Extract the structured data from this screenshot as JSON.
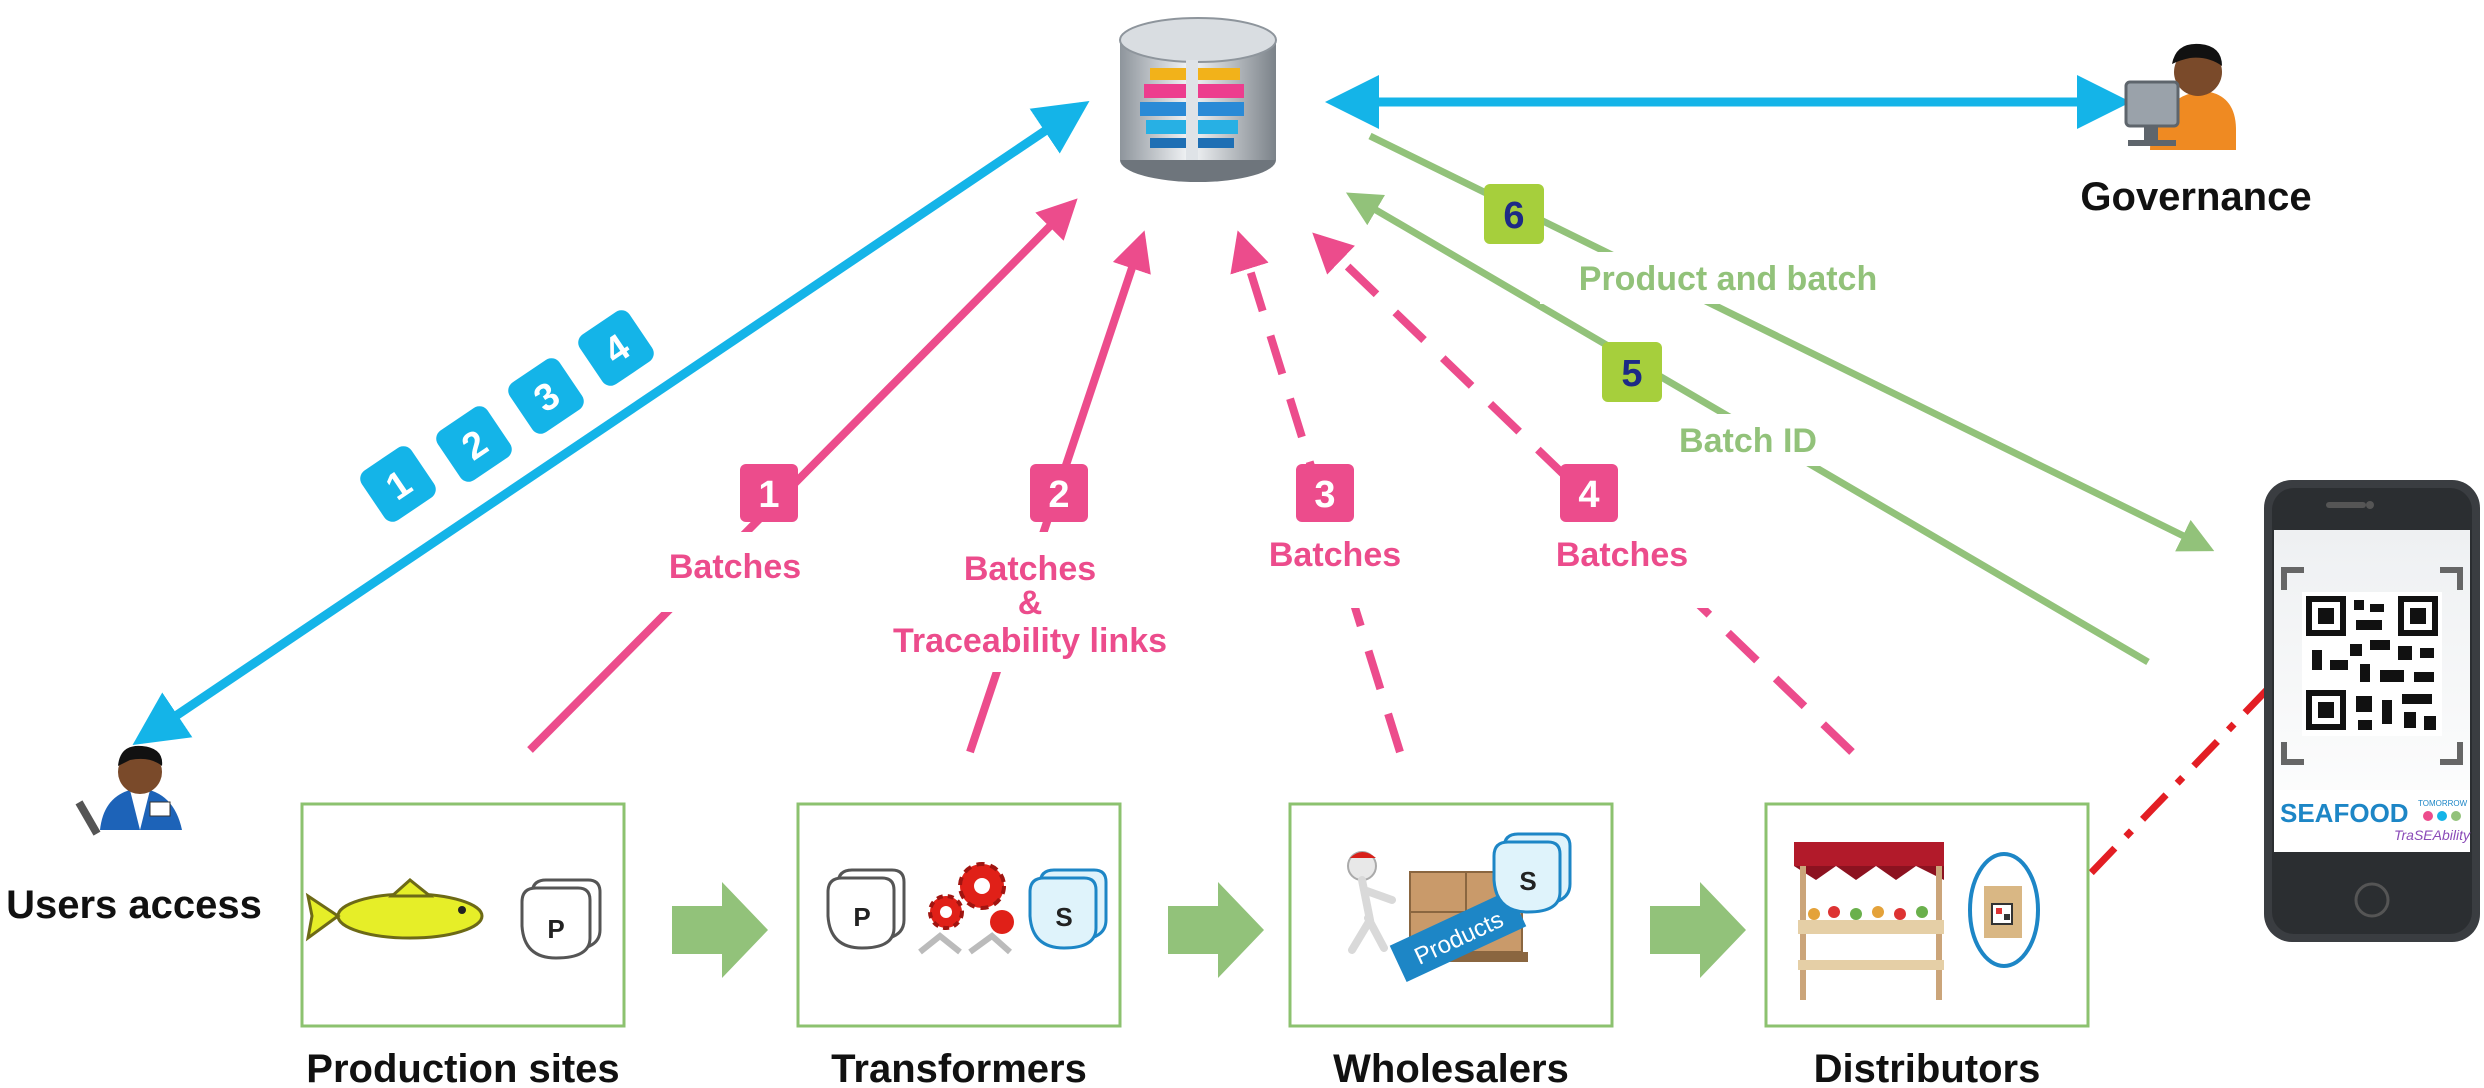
{
  "nodes": {
    "users_access": "Users access",
    "governance": "Governance",
    "production_sites": "Production sites",
    "transformers": "Transformers",
    "wholesalers": "Wholesalers",
    "distributors": "Distributors"
  },
  "blue_steps": [
    "1",
    "2",
    "3",
    "4"
  ],
  "flows": [
    {
      "num": "1",
      "label": "Batches"
    },
    {
      "num": "2",
      "label_line1": "Batches",
      "label_line2": "&",
      "label_line3": "Traceability links"
    },
    {
      "num": "3",
      "label": "Batches"
    },
    {
      "num": "4",
      "label": "Batches"
    }
  ],
  "green_flows": [
    {
      "num": "6",
      "label": "Product and batch"
    },
    {
      "num": "5",
      "label": "Batch ID"
    }
  ],
  "tokens": {
    "p": "P",
    "s": "S",
    "products": "Products"
  },
  "phone_brand": {
    "name": "SEAFOOD",
    "tag": "TraSEAbility",
    "small": "TOMORROW"
  },
  "colors": {
    "blue": "#14b4e8",
    "pink": "#ec4c8c",
    "green": "#92c27a",
    "red": "#e31e24"
  }
}
